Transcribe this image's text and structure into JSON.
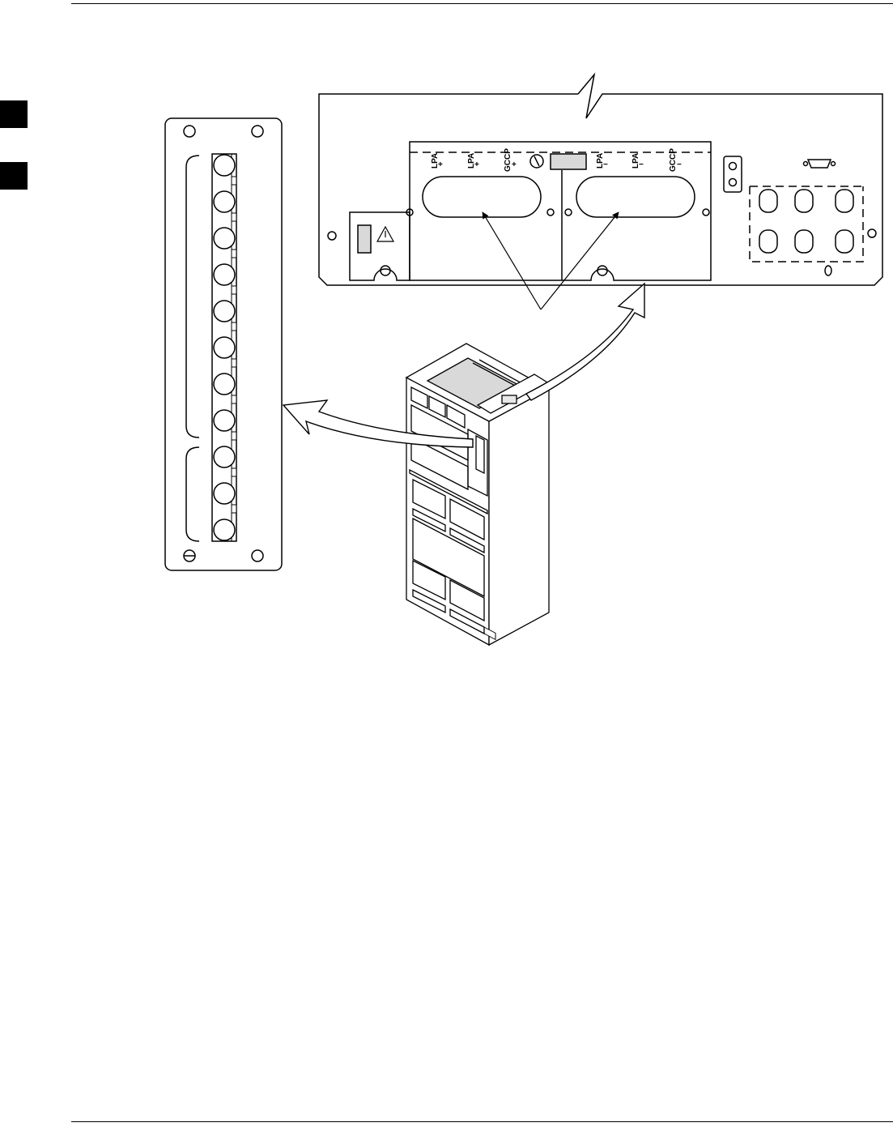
{
  "page": {
    "section_tabs": [
      "",
      ""
    ]
  },
  "figure": {
    "breaker_panel": {
      "positive_labels": [
        "LPA",
        "LPA",
        "GCCP"
      ],
      "negative_labels": [
        "LPA",
        "LPA",
        "GCCP"
      ],
      "plus_sign": "+",
      "minus_sign": "−"
    },
    "fuse_panel": {
      "fuse_count": 11
    },
    "colors": {
      "line": "#000000",
      "shading": "#d9d9d9"
    }
  }
}
